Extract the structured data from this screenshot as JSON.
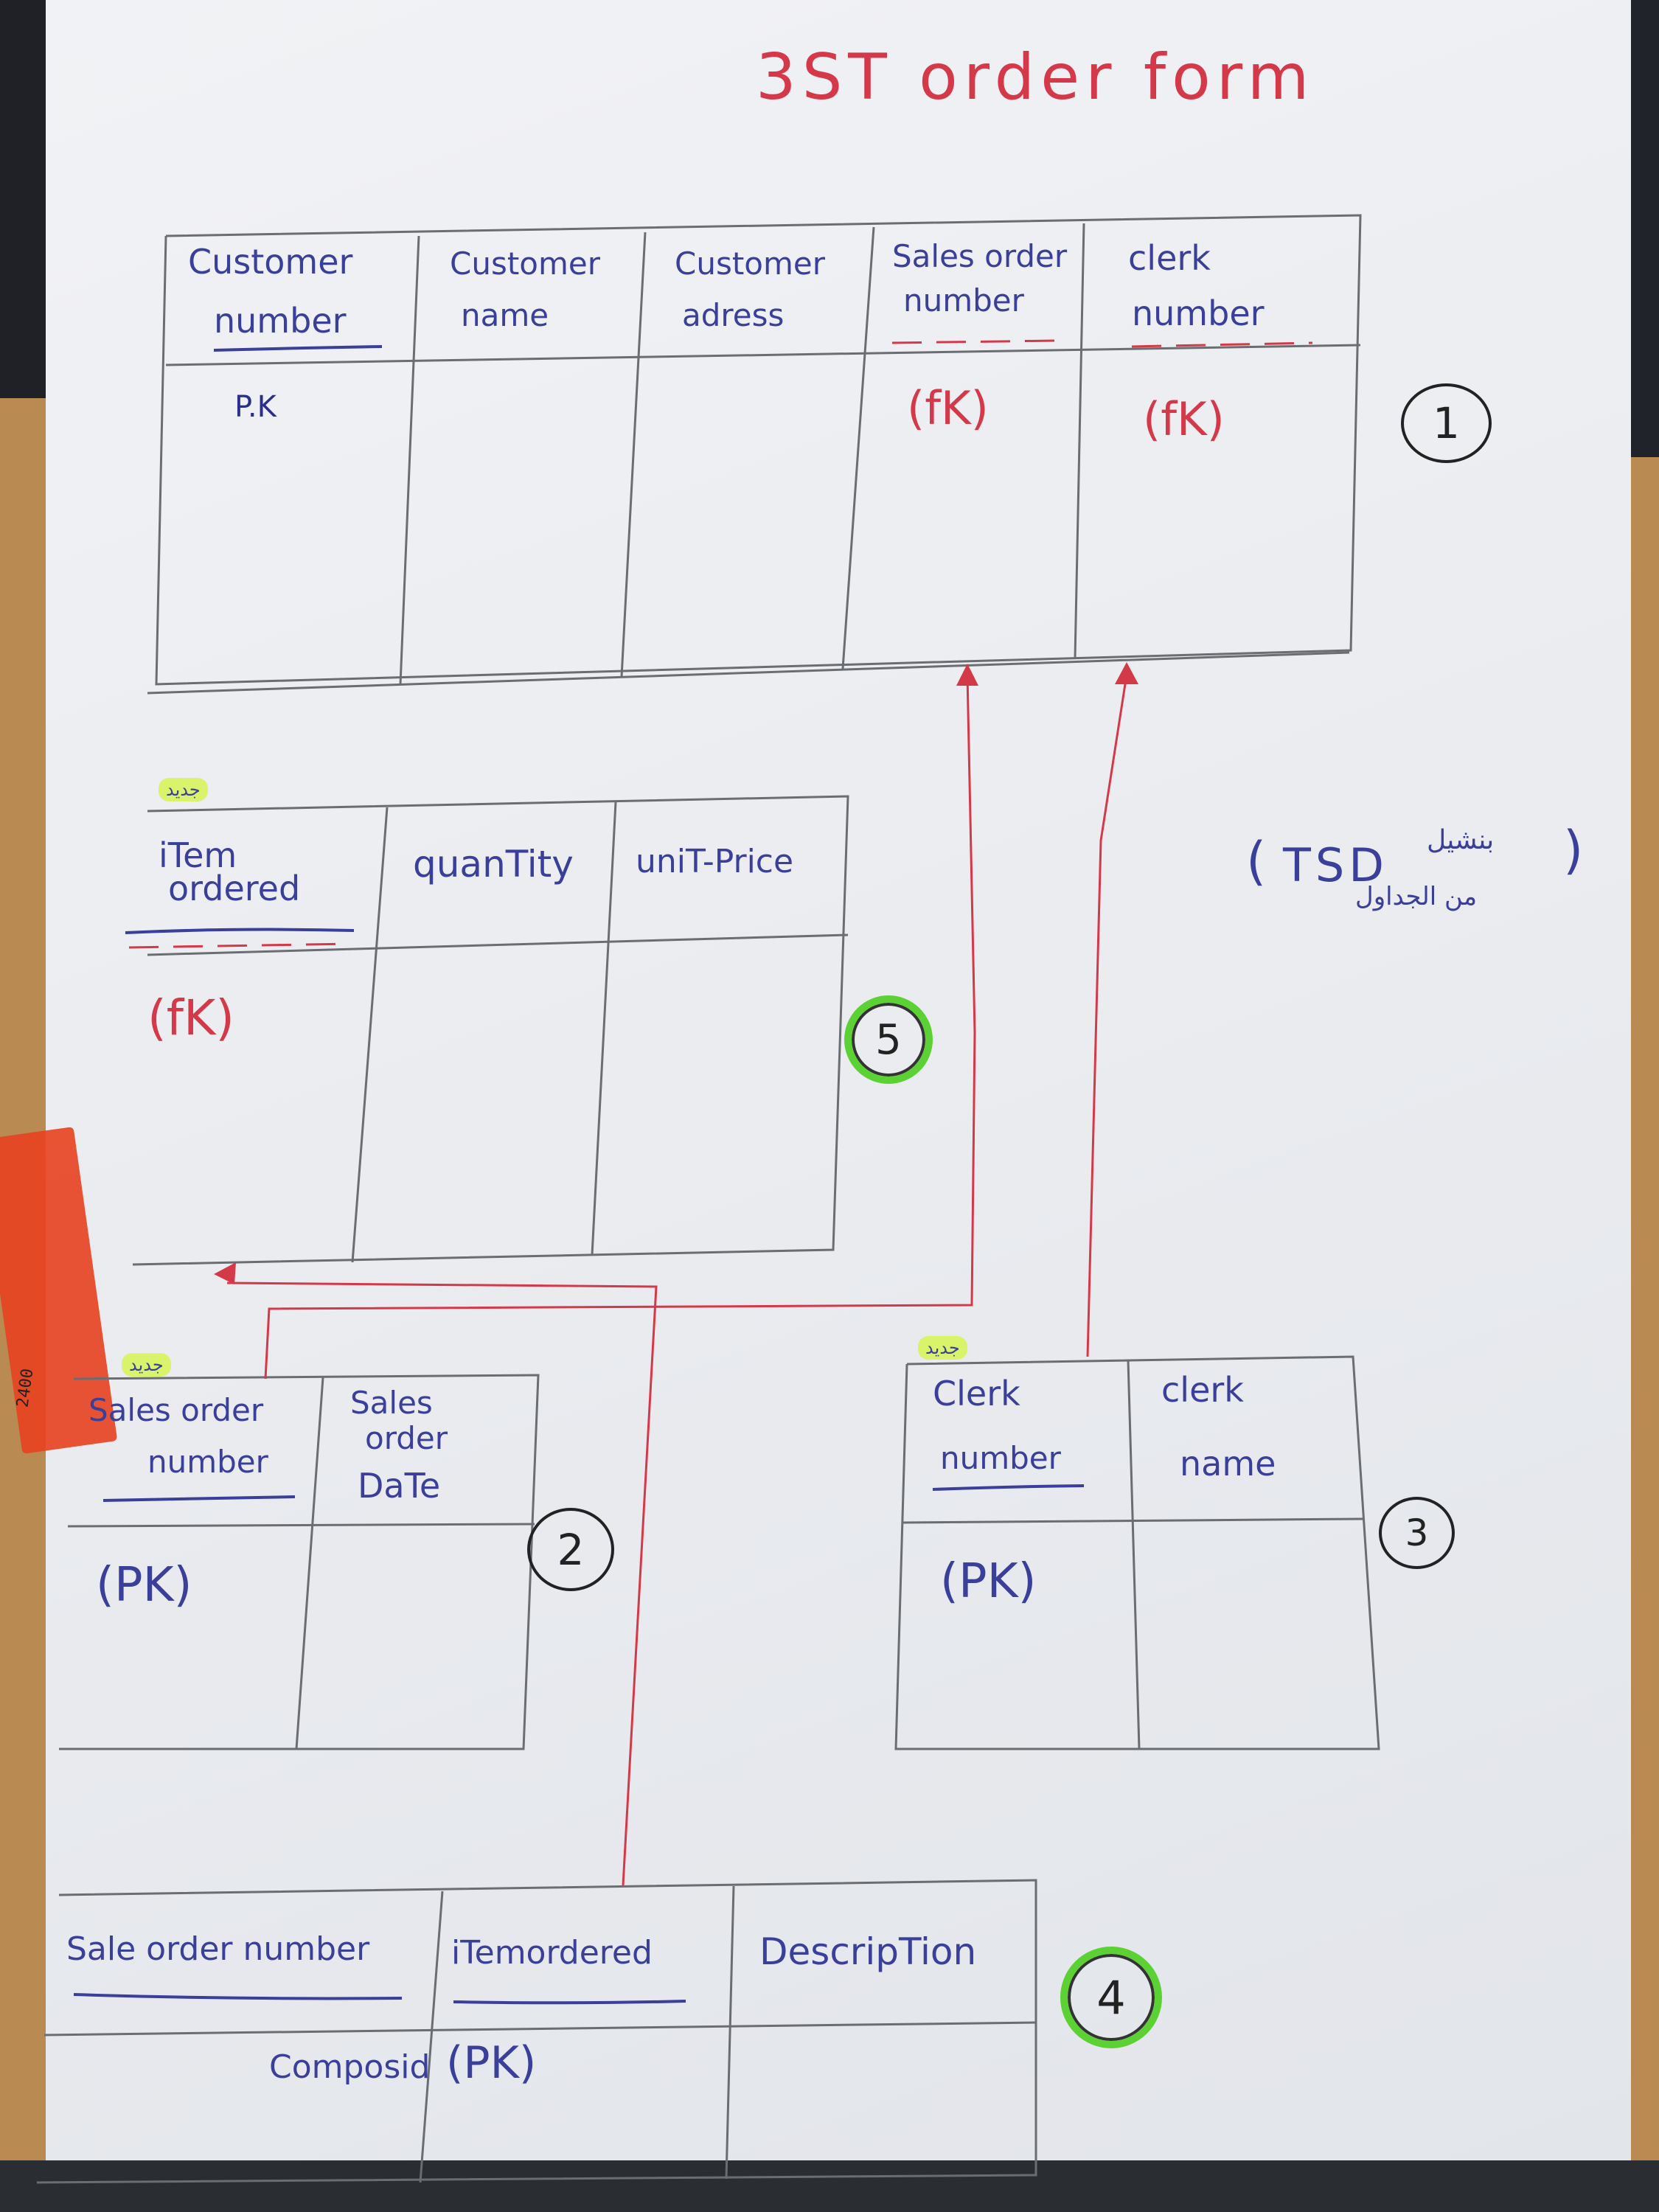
{
  "title": "3ST order form",
  "tag_new": "جديد",
  "note": {
    "latin": "TSD",
    "arabic_top": "بنشيل",
    "arabic_bottom": "من الجداول"
  },
  "tables": [
    {
      "id": "1",
      "label": "1",
      "headers": [
        [
          "Customer",
          "number"
        ],
        [
          "Customer",
          "name"
        ],
        [
          "Customer",
          "adress"
        ],
        [
          "Sales order",
          "number"
        ],
        [
          "clerk",
          "number"
        ]
      ],
      "keys": [
        "P.K",
        "",
        "",
        "(fK)",
        "(fK)"
      ]
    },
    {
      "id": "5",
      "label": "5",
      "headers": [
        [
          "iTem",
          "ordered"
        ],
        [
          "quanTity"
        ],
        [
          "uniT-Price"
        ]
      ],
      "keys": [
        "(fK)",
        "",
        ""
      ]
    },
    {
      "id": "2",
      "label": "2",
      "headers": [
        [
          "Sales order",
          "number"
        ],
        [
          "Sales",
          "order",
          "DaTe"
        ]
      ],
      "keys": [
        "(PK)",
        ""
      ]
    },
    {
      "id": "3",
      "label": "3",
      "headers": [
        [
          "Clerk",
          "number"
        ],
        [
          "clerk",
          "name"
        ]
      ],
      "keys": [
        "(PK)",
        ""
      ]
    },
    {
      "id": "4",
      "label": "4",
      "headers": [
        [
          "Sale order number"
        ],
        [
          "iTemordered"
        ],
        [
          "DescripTion"
        ]
      ],
      "keys": [
        "Composid",
        "(PK)",
        ""
      ]
    }
  ]
}
